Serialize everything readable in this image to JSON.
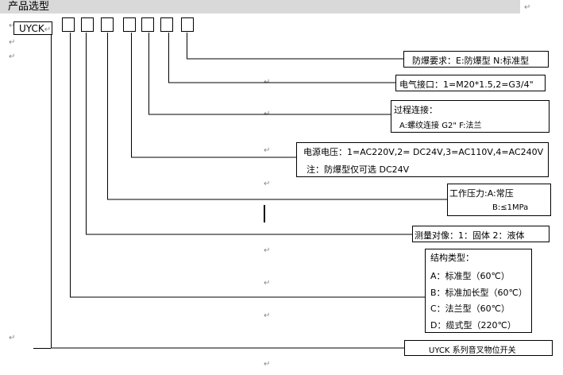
{
  "header": {
    "title": "产品选型"
  },
  "paragraph_mark": "↵",
  "model_code": "UYCK",
  "boxes": {
    "explosion": {
      "lines": [
        "防爆要求：E:防爆型  N:标准型"
      ]
    },
    "electrical": {
      "lines": [
        "电气接口：1=M20*1.5,2=G3/4\""
      ]
    },
    "process": {
      "lines": [
        "过程连接：",
        "A:螺纹连接 G2\" F:法兰"
      ]
    },
    "power": {
      "lines": [
        "电源电压：1=AC220V,2= DC24V,3=AC110V,4=AC240V",
        "注：防爆型仅可选 DC24V"
      ]
    },
    "pressure": {
      "lines": [
        "工作压力:A:常压",
        "B:≤1MPa"
      ]
    },
    "medium": {
      "lines": [
        "测量对像：1：固体 2：液体"
      ]
    },
    "structure": {
      "lines": [
        "结构类型：",
        "A：标准型（60℃）",
        "B：标准加长型（60℃）",
        "C：法兰型（60℃）",
        "D：缆式型（220℃）"
      ]
    },
    "series": {
      "lines": [
        "UYCK 系列音叉物位开关"
      ]
    }
  }
}
